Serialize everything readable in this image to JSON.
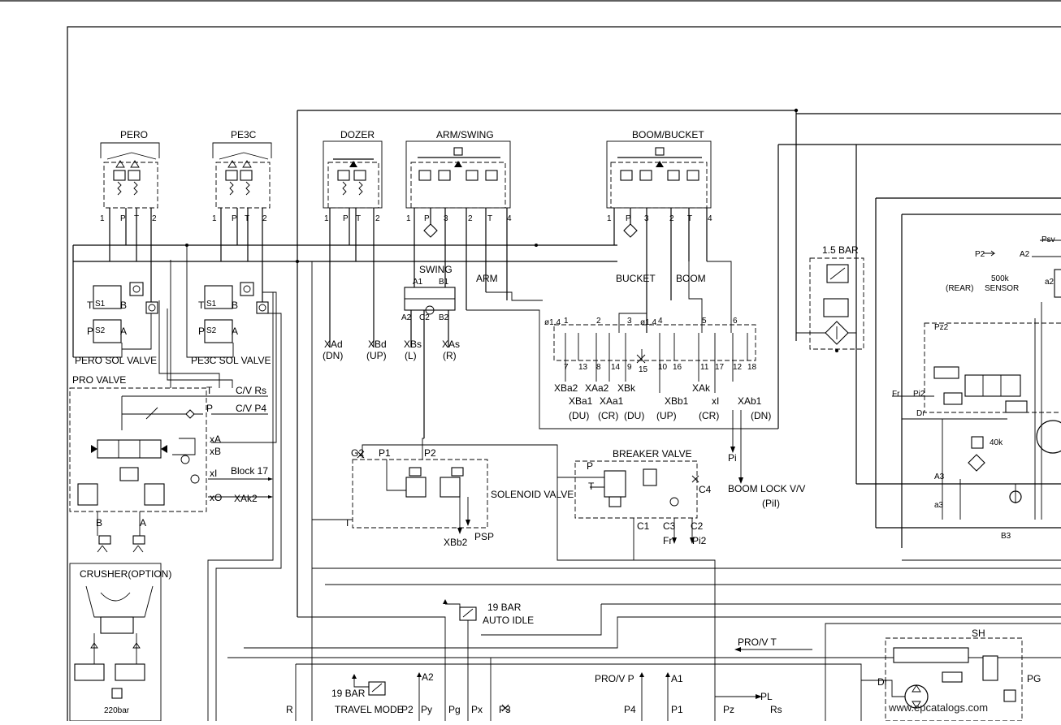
{
  "diagram": {
    "pilot_valves": {
      "pero": "PERO",
      "pe3c": "PE3C",
      "dozer": "DOZER",
      "arm_swing": "ARM/SWING",
      "boom_bucket": "BOOM/BUCKET"
    },
    "ports": {
      "p1": "1",
      "pp": "P",
      "pt": "T",
      "p2": "2",
      "p3": "3",
      "p4": "4"
    },
    "sol_valves": {
      "pero_sol": "PERO SOL VALVE",
      "pe3c_sol": "PE3C SOL VALVE",
      "t": "T",
      "b": "B",
      "p": "P",
      "a": "A",
      "s1": "S1",
      "s2": "S2"
    },
    "pro_valve": {
      "title": "PRO VALVE",
      "t": "T",
      "p": "P",
      "xa": "xA",
      "xb": "xB",
      "xi": "xI",
      "xo": "xO",
      "b": "B",
      "a": "A",
      "cv_rs": "C/V Rs",
      "cv_p4": "C/V P4",
      "block17": "Block 17",
      "xak2": "XAk2"
    },
    "swing": {
      "title": "SWING",
      "a1": "A1",
      "b1": "B1",
      "a2": "A2",
      "c2": "C2",
      "b2": "B2",
      "xbs": "XBs",
      "xbs_dir": "(L)",
      "xas": "XAs",
      "xas_dir": "(R)",
      "arm": "ARM",
      "bucket": "BUCKET",
      "boom": "BOOM"
    },
    "dozer_out": {
      "xad": "XAd",
      "xad_dir": "(DN)",
      "xbd": "XBd",
      "xbd_dir": "(UP)"
    },
    "manifold": {
      "orifice1": "ø1.4",
      "orifice2": "ø1.4",
      "n1": "1",
      "n2": "2",
      "n3": "3",
      "n4": "4",
      "n5": "5",
      "n6": "6",
      "n7": "7",
      "n13": "13",
      "n8": "8",
      "n14": "14",
      "n9": "9",
      "n15": "15",
      "n10": "10",
      "n16": "16",
      "n11": "11",
      "n17": "17",
      "n12": "12",
      "n18": "18",
      "xba2": "XBa2",
      "xaa2": "XAa2",
      "xbk": "XBk",
      "xak": "XAk",
      "xba1": "XBa1",
      "xba1_dir": "(DU)",
      "xaa1": "XAa1",
      "xaa1_dir": "(CR)",
      "xbk_dir": "(DU)",
      "xbb1": "XBb1",
      "xbb1_dir": "(UP)",
      "xi": "xI",
      "xi_dir": "(CR)",
      "xab1": "XAb1",
      "xab1_dir": "(DN)",
      "pi": "Pi"
    },
    "relief": {
      "bar": "1.5 BAR"
    },
    "pump": {
      "p2": "P2",
      "a2": "A2",
      "psv": "Psv",
      "sensor_val": "500k",
      "sensor": "SENSOR",
      "rear": "(REAR)",
      "a2s": "a2",
      "pz2": "Pz2",
      "pi2": "Pi2",
      "fr": "Fr",
      "dr": "Dr",
      "k40": "40k",
      "a3": "A3",
      "a3s": "a3",
      "b3": "B3"
    },
    "solenoid": {
      "title": "SOLENOID VALVE",
      "g2": "G2",
      "p1": "P1",
      "p2": "P2",
      "t": "T",
      "xbb2": "XBb2",
      "psp": "PSP"
    },
    "breaker": {
      "title": "BREAKER VALVE",
      "p": "P",
      "t": "T",
      "c4": "C4",
      "c1": "C1",
      "c3": "C3",
      "c2": "C2",
      "fr": "Fr",
      "pi2": "Pi2"
    },
    "boom_lock": {
      "title": "BOOM LOCK V/V",
      "sub": "(PiI)"
    },
    "crusher": {
      "title": "CRUSHER(OPTION)",
      "bar": "220bar"
    },
    "auto_idle": {
      "bar": "19 BAR",
      "label": "AUTO IDLE"
    },
    "travel": {
      "bar": "19 BAR",
      "label": "TRAVEL MODE",
      "a2": "A2",
      "p2": "P2",
      "py": "Py",
      "pg": "Pg",
      "px": "Px",
      "p3": "P3",
      "p4": "P4",
      "p1": "P1",
      "pz": "Pz",
      "rs": "Rs",
      "r": "R",
      "pl": "PL",
      "prov_t": "PRO/V T",
      "prov_p": "PRO/V P",
      "a1": "A1",
      "sh": "SH",
      "dr": "Dr",
      "pg2": "PG"
    },
    "watermark": "www.epcatalogs.com"
  }
}
